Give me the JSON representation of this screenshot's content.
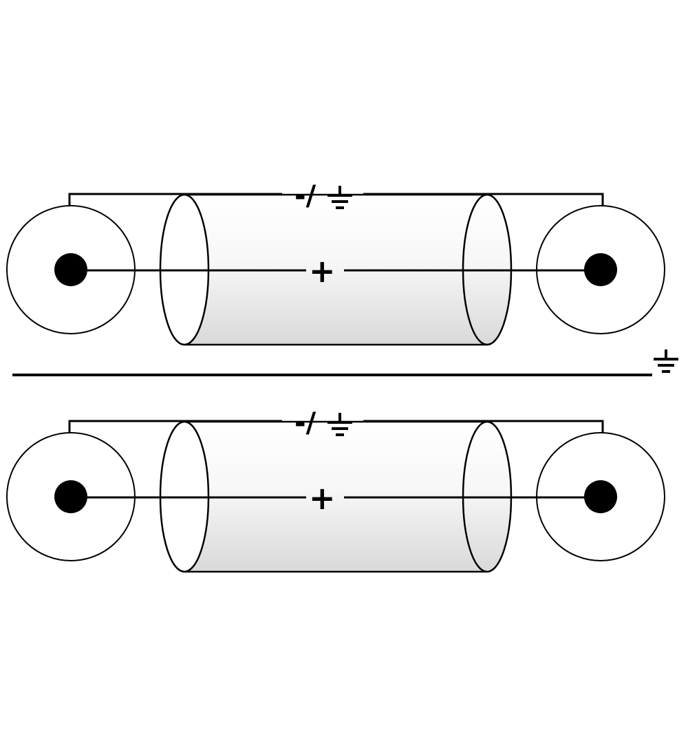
{
  "diagram": {
    "background_color": "#ffffff",
    "line_color": "#000000",
    "shield_fill_color": "#e9e9e9",
    "cables": [
      {
        "id": "cable-1",
        "shield_label": "-/",
        "shield_icon": "ground-icon",
        "signal_label": "+",
        "connector_left": "rca-plug",
        "connector_right": "rca-plug"
      },
      {
        "id": "cable-2",
        "shield_label": "-/",
        "shield_icon": "ground-icon",
        "signal_label": "+",
        "connector_left": "rca-plug",
        "connector_right": "rca-plug"
      }
    ],
    "common_ground_icon": "ground-icon"
  }
}
